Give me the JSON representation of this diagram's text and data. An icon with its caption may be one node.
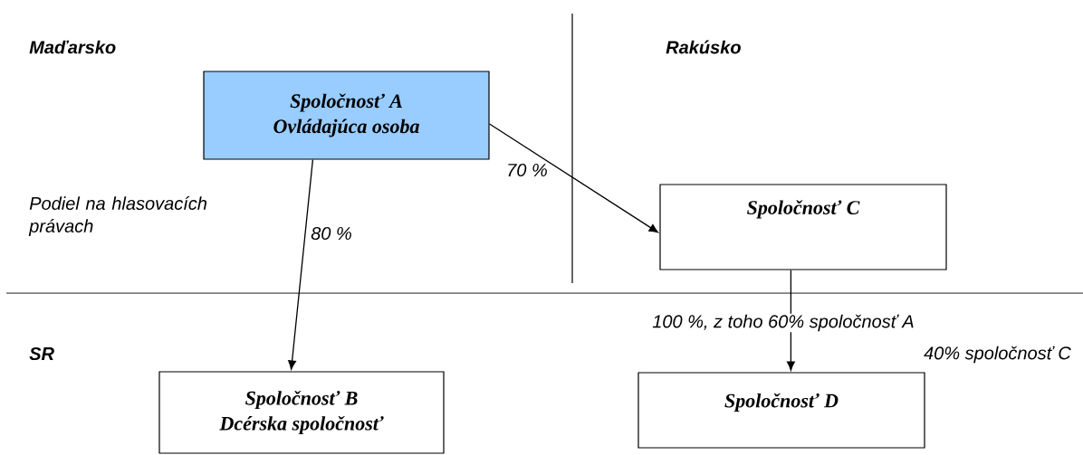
{
  "diagram": {
    "nodes": [
      {
        "text": [
          "Spoločnosť A",
          "Ovládajúca osoba"
        ]
      },
      {
        "text": [
          "Spoločnosť C"
        ]
      },
      {
        "text": [
          "Spoločnosť B",
          "Dcérska spoločnosť"
        ]
      },
      {
        "text": [
          "Spoločnosť D"
        ]
      }
    ],
    "edges": [
      {
        "from": 0,
        "to": 1,
        "arrow": "to",
        "label": "70 %"
      },
      {
        "from": 0,
        "to": 2,
        "arrow": "to",
        "label": "80 %"
      },
      {
        "from": 1,
        "to": 3,
        "arrow": "to",
        "label": "100 %,  z  toho  60%  spoločnosť A"
      }
    ],
    "labels": [
      "Maďarsko",
      "Rakúsko",
      "Podiel na hlasovacích právach",
      "SR",
      "40%  spoločnosť C"
    ]
  }
}
